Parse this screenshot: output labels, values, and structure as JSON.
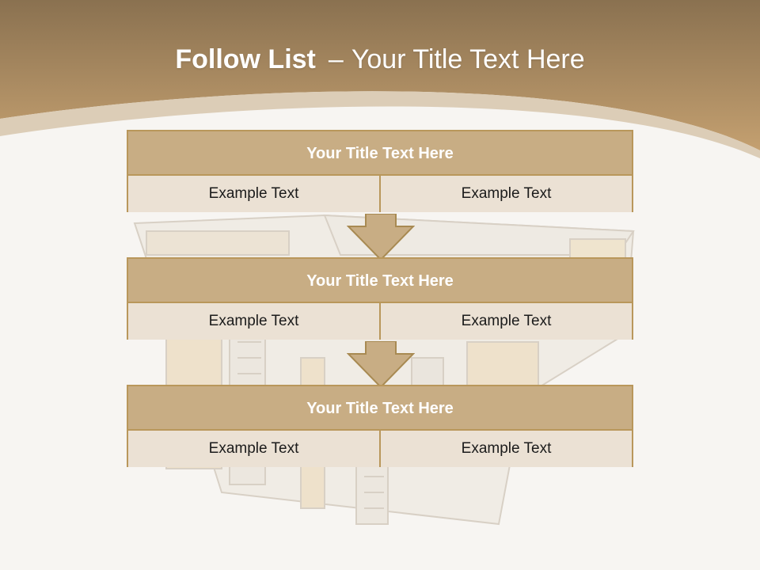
{
  "colors": {
    "band_top": "#8a7150",
    "band_bottom": "#c4a070",
    "block_border": "#b9975b",
    "block_title_bg": "#c8ad84",
    "cell_bg": "#ebe1d4",
    "page_bg": "#f7f5f2"
  },
  "title": {
    "bold": "Follow List",
    "separator": "–",
    "rest": "Your Title Text Here"
  },
  "blocks": [
    {
      "title": "Your Title Text Here",
      "left": "Example Text",
      "right": "Example Text"
    },
    {
      "title": "Your Title Text Here",
      "left": "Example Text",
      "right": "Example Text"
    },
    {
      "title": "Your Title Text Here",
      "left": "Example Text",
      "right": "Example Text"
    }
  ],
  "connectors": [
    "down-arrow-icon",
    "down-arrow-icon"
  ],
  "background_image": "building-cutaway-illustration"
}
